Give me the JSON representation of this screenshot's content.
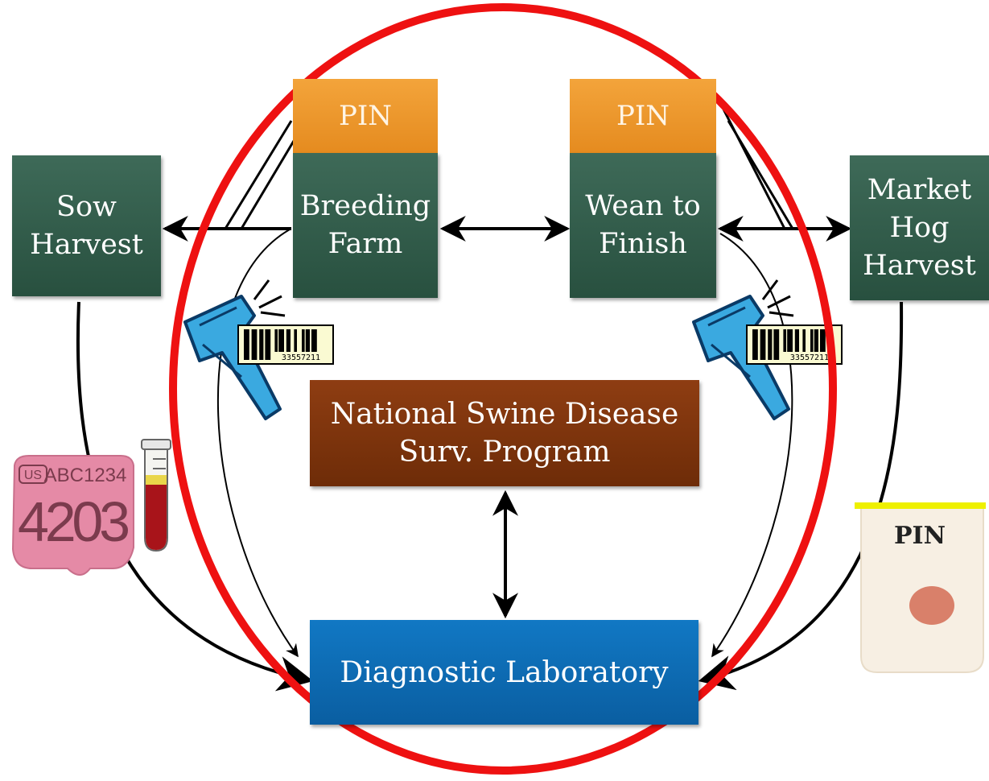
{
  "nodes": {
    "sow_harvest": "Sow\nHarvest",
    "breeding_farm": "Breeding\nFarm",
    "wean_to_finish": "Wean to\nFinish",
    "market_hog_harvest": "Market\nHog\nHarvest",
    "pin_left": "PIN",
    "pin_right": "PIN",
    "nsdsp": "National Swine Disease\nSurv. Program",
    "diag_lab": "Diagnostic Laboratory"
  },
  "barcode_number": "33557211",
  "ear_tag": {
    "country": "US",
    "code": "ABC1234",
    "number": "4203"
  },
  "sample_label": "PIN",
  "colors": {
    "farm_green": "#2f5a48",
    "pin_orange": "#ec9a2b",
    "program_brown": "#7d340d",
    "lab_blue": "#0b6bb5",
    "highlight_red": "#ee1111",
    "scanner_blue": "#3aa9e0",
    "tag_pink": "#e58aa6"
  }
}
